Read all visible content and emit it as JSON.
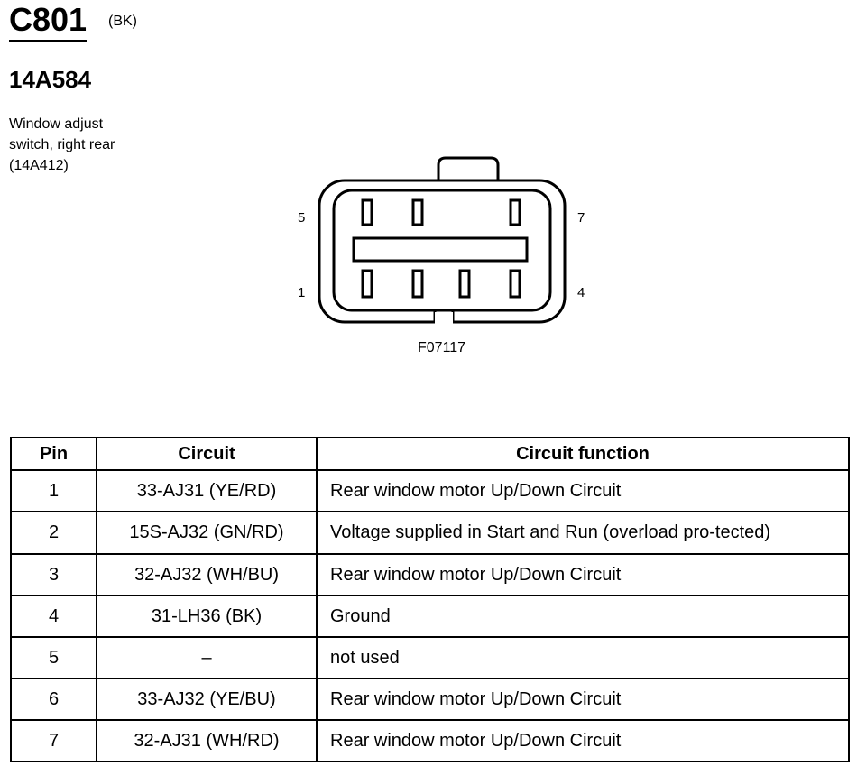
{
  "header": {
    "connector_id": "C801",
    "color_code": "(BK)",
    "part_number": "14A584",
    "description_lines": [
      "Window adjust",
      "switch, right rear",
      "(14A412)"
    ]
  },
  "diagram": {
    "pin_labels": {
      "top_left": "5",
      "top_right": "7",
      "bottom_left": "1",
      "bottom_right": "4"
    },
    "figure_code": "F07117"
  },
  "table": {
    "headers": {
      "pin": "Pin",
      "circuit": "Circuit",
      "function": "Circuit function"
    },
    "rows": [
      {
        "pin": "1",
        "circuit": "33-AJ31 (YE/RD)",
        "function": "Rear window motor Up/Down Circuit"
      },
      {
        "pin": "2",
        "circuit": "15S-AJ32 (GN/RD)",
        "function": "Voltage supplied in Start and Run (overload pro-tected)"
      },
      {
        "pin": "3",
        "circuit": "32-AJ32 (WH/BU)",
        "function": "Rear window motor Up/Down Circuit"
      },
      {
        "pin": "4",
        "circuit": "31-LH36 (BK)",
        "function": "Ground"
      },
      {
        "pin": "5",
        "circuit": "–",
        "function": "not used"
      },
      {
        "pin": "6",
        "circuit": "33-AJ32 (YE/BU)",
        "function": "Rear window motor Up/Down Circuit"
      },
      {
        "pin": "7",
        "circuit": "32-AJ31 (WH/RD)",
        "function": "Rear window motor Up/Down Circuit"
      }
    ]
  }
}
